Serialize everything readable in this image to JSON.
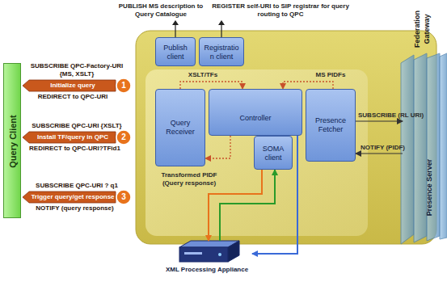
{
  "diagram": {
    "nodes": [
      {
        "text": [
          "Query Client"
        ]
      },
      {
        "text": [
          "Publish client"
        ]
      },
      {
        "text": [
          "Registration client"
        ]
      },
      {
        "text": [
          "Query Receiver"
        ]
      },
      {
        "text": [
          "Controller"
        ]
      },
      {
        "text": [
          "Presence Fetcher"
        ]
      },
      {
        "text": [
          "SOMA client"
        ]
      },
      {
        "text": [
          "Federation Gateway",
          "Presence Server"
        ]
      },
      {
        "text": [
          "XML Processing Appliance"
        ]
      }
    ],
    "edges": [
      {
        "from": 3,
        "to": 4,
        "arrow": "to",
        "label": "XSLT/TFs"
      },
      {
        "from": 5,
        "to": 4,
        "arrow": "to",
        "label": "MS PIDFs"
      },
      {
        "from": 4,
        "to": 3,
        "arrow": "to",
        "label": "Transformed PIDF (Query response)"
      },
      {
        "from": 6,
        "to": 8,
        "arrow": "to"
      },
      {
        "from": 8,
        "to": 6,
        "arrow": "to"
      },
      {
        "from": 4,
        "to": 8,
        "arrow": "to"
      },
      {
        "from": 5,
        "to": 7,
        "arrow": "to",
        "label": "SUBSCRIBE (RL URI)"
      },
      {
        "from": 7,
        "to": 5,
        "arrow": "to",
        "label": "NOTIFY (PIDF)"
      }
    ],
    "labels": [
      "PUBLISH MS description to Query Catalogue",
      "REGISTER self-URI to SIP registrar for query routing to QPC",
      "SUBSCRIBE QPC-Factory-URI {MS, XSLT}",
      "Initialize query",
      "1",
      "REDIRECT to QPC-URI",
      "SUBSCRIBE QPC-URI {XSLT}",
      "Install TF/query in QPC",
      "2",
      "REDIRECT to QPC-URI?TFid1",
      "SUBSCRIBE QPC-URI ? q1",
      "Trigger query/get response",
      "3",
      "NOTIFY (query response)"
    ]
  }
}
